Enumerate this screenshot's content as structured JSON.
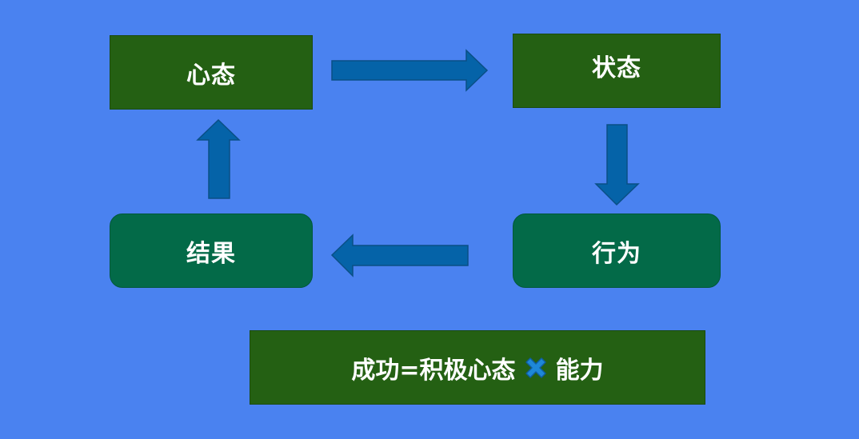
{
  "cycle": {
    "mindset": "心态",
    "state": "状态",
    "action": "行为",
    "result": "结果"
  },
  "formula": {
    "left": "成功=积极心态",
    "operator_icon": "multiply-icon",
    "right": "能力"
  },
  "colors": {
    "background": "#4a82f0",
    "box_green": "#246013",
    "box_teal": "#036a48",
    "arrow": "#0563a8",
    "multiply": "#1e88d8"
  }
}
